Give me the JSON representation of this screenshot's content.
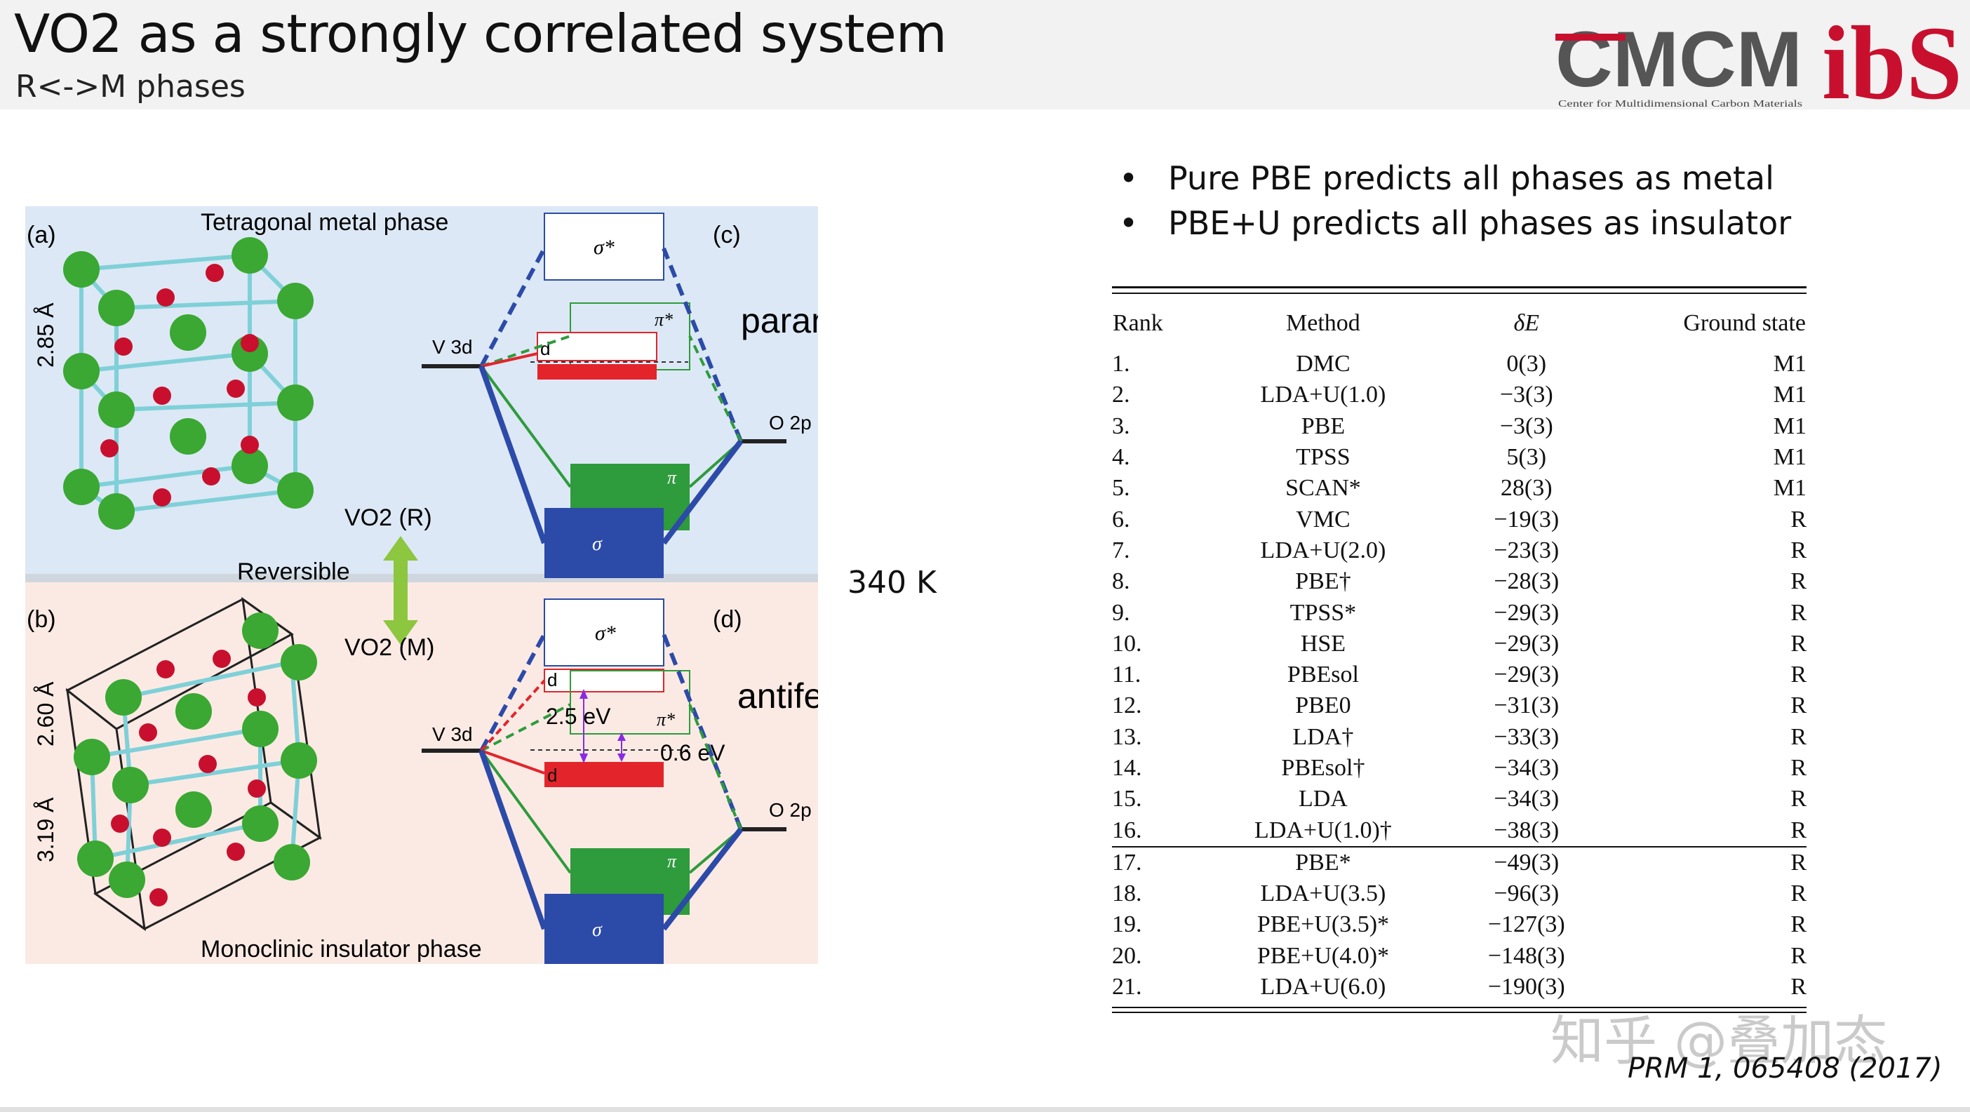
{
  "slide": {
    "title": "VO2 as a strongly correlated system",
    "subtitle": "R<->M phases"
  },
  "logos": {
    "cmcm_text": "CMCM",
    "cmcm_caption": "Center for Multidimensional Carbon Materials",
    "ibs_text": "ibS"
  },
  "figure": {
    "label_a": "(a)",
    "label_b": "(b)",
    "label_c": "(c)",
    "label_d": "(d)",
    "tetragonal": "Tetragonal metal phase",
    "monoclinic": "Monoclinic insulator phase",
    "dim_285": "2.85 Å",
    "dim_260": "2.60 Å",
    "dim_319": "3.19 Å",
    "vo2_r": "VO2 (R)",
    "vo2_m": "VO2 (M)",
    "reversible": "Reversible",
    "temp": "340 K",
    "paramagnetic": "paramagnetic",
    "antiferromagnetic": "antiferromagnetic",
    "v3d": "V 3d",
    "o2p": "O 2p",
    "sigma_star": "σ*",
    "pi_star": "π*",
    "pi": "π",
    "sigma": "σ",
    "d_par": "d",
    "gap_25": "2.5 eV",
    "gap_06": "0.6 eV",
    "colors": {
      "top_bg": "#dce8f5",
      "bottom_bg": "#fbeae4",
      "green_atom": "#3aa832",
      "red_atom": "#c8102e",
      "bond": "#7fd0d8",
      "arrow": "#8dc63f",
      "blue": "#2c4aa8",
      "green_band": "#2e9b3c",
      "red_band": "#e3242b"
    }
  },
  "bullets": [
    "Pure PBE predicts all phases as metal",
    "PBE+U predicts all phases as insulator"
  ],
  "table": {
    "headers": {
      "rank": "Rank",
      "method": "Method",
      "de": "δE",
      "gs": "Ground state"
    },
    "rows_a": [
      {
        "rank": "1.",
        "method": "DMC",
        "de": "0(3)",
        "gs": "M1"
      },
      {
        "rank": "2.",
        "method": "LDA+U(1.0)",
        "de": "−3(3)",
        "gs": "M1"
      },
      {
        "rank": "3.",
        "method": "PBE",
        "de": "−3(3)",
        "gs": "M1"
      },
      {
        "rank": "4.",
        "method": "TPSS",
        "de": "5(3)",
        "gs": "M1"
      },
      {
        "rank": "5.",
        "method": "SCAN*",
        "de": "28(3)",
        "gs": "M1"
      },
      {
        "rank": "6.",
        "method": "VMC",
        "de": "−19(3)",
        "gs": "R"
      },
      {
        "rank": "7.",
        "method": "LDA+U(2.0)",
        "de": "−23(3)",
        "gs": "R"
      },
      {
        "rank": "8.",
        "method": "PBE†",
        "de": "−28(3)",
        "gs": "R"
      },
      {
        "rank": "9.",
        "method": "TPSS*",
        "de": "−29(3)",
        "gs": "R"
      },
      {
        "rank": "10.",
        "method": "HSE",
        "de": "−29(3)",
        "gs": "R"
      },
      {
        "rank": "11.",
        "method": "PBEsol",
        "de": "−29(3)",
        "gs": "R"
      },
      {
        "rank": "12.",
        "method": "PBE0",
        "de": "−31(3)",
        "gs": "R"
      },
      {
        "rank": "13.",
        "method": "LDA†",
        "de": "−33(3)",
        "gs": "R"
      },
      {
        "rank": "14.",
        "method": "PBEsol†",
        "de": "−34(3)",
        "gs": "R"
      },
      {
        "rank": "15.",
        "method": "LDA",
        "de": "−34(3)",
        "gs": "R"
      },
      {
        "rank": "16.",
        "method": "LDA+U(1.0)†",
        "de": "−38(3)",
        "gs": "R"
      }
    ],
    "rows_b": [
      {
        "rank": "17.",
        "method": "PBE*",
        "de": "−49(3)",
        "gs": "R"
      },
      {
        "rank": "18.",
        "method": "LDA+U(3.5)",
        "de": "−96(3)",
        "gs": "R"
      },
      {
        "rank": "19.",
        "method": "PBE+U(3.5)*",
        "de": "−127(3)",
        "gs": "R"
      },
      {
        "rank": "20.",
        "method": "PBE+U(4.0)*",
        "de": "−148(3)",
        "gs": "R"
      },
      {
        "rank": "21.",
        "method": "LDA+U(6.0)",
        "de": "−190(3)",
        "gs": "R"
      }
    ]
  },
  "citation": "PRM 1, 065408 (2017)",
  "watermark": "知乎 @叠加态"
}
